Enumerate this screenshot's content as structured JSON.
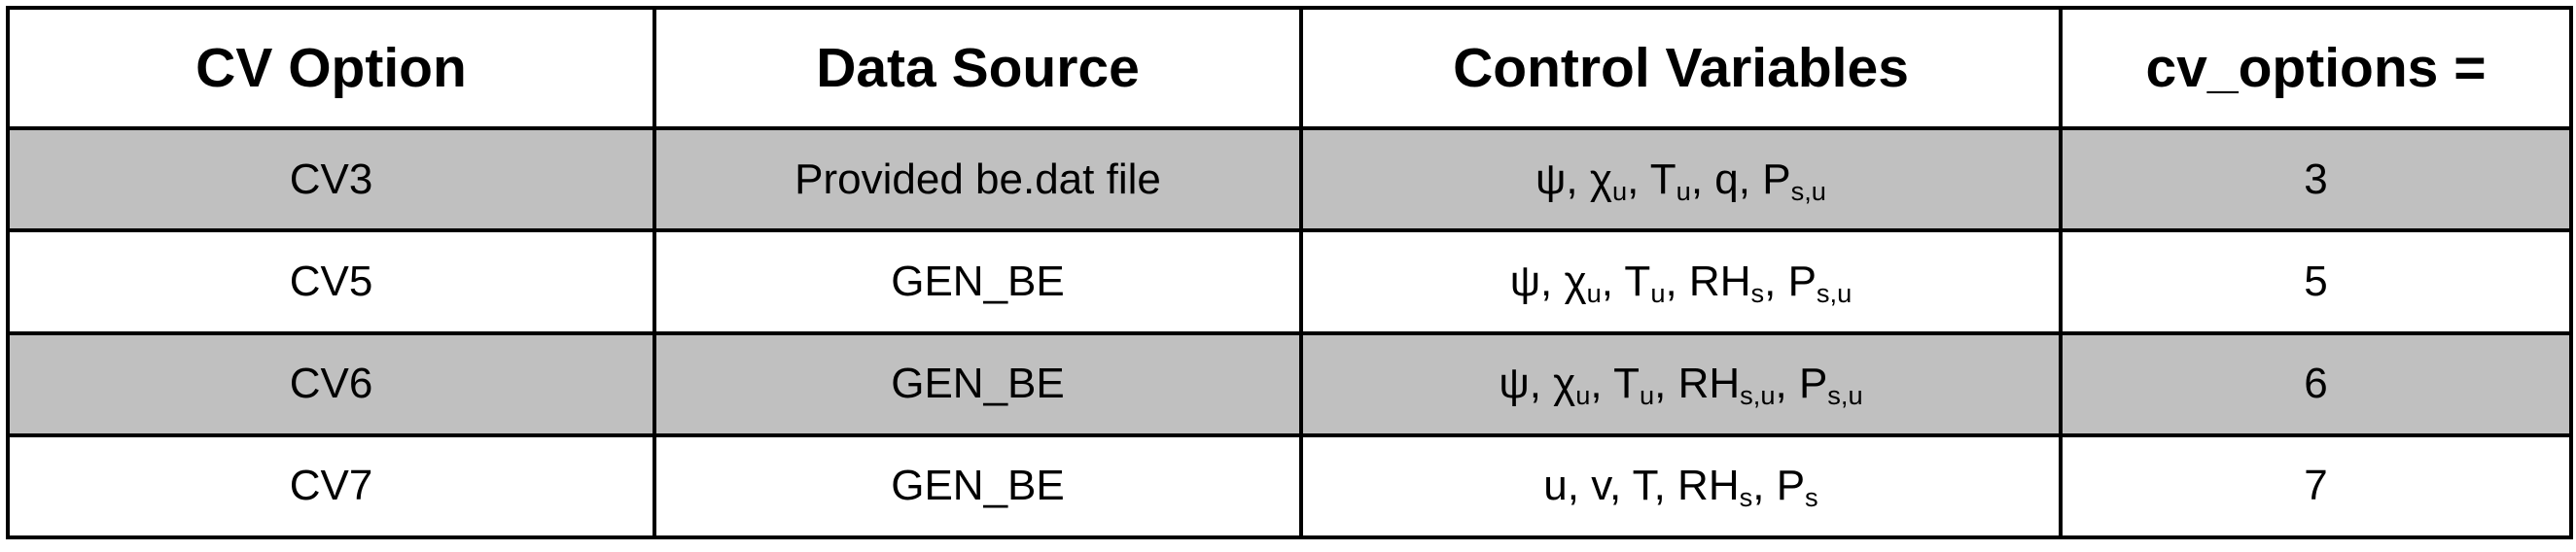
{
  "table": {
    "headers": [
      "CV Option",
      "Data Source",
      "Control Variables",
      "cv_options ="
    ],
    "rows": [
      {
        "cv_option": "CV3",
        "data_source": "Provided be.dat file",
        "control_variables": [
          {
            "t": "ψ, χ"
          },
          {
            "sub": "u"
          },
          {
            "t": ", T"
          },
          {
            "sub": "u"
          },
          {
            "t": ", q, P"
          },
          {
            "sub": "s,u"
          }
        ],
        "cv_options": "3",
        "shaded": true
      },
      {
        "cv_option": "CV5",
        "data_source": "GEN_BE",
        "control_variables": [
          {
            "t": "ψ, χ"
          },
          {
            "sub": "u"
          },
          {
            "t": ", T"
          },
          {
            "sub": "u"
          },
          {
            "t": ", RH"
          },
          {
            "sub": "s"
          },
          {
            "t": ", P"
          },
          {
            "sub": "s,u"
          }
        ],
        "cv_options": "5",
        "shaded": false
      },
      {
        "cv_option": "CV6",
        "data_source": "GEN_BE",
        "control_variables": [
          {
            "t": "ψ, χ"
          },
          {
            "sub": "u"
          },
          {
            "t": ", T"
          },
          {
            "sub": "u"
          },
          {
            "t": ", RH"
          },
          {
            "sub": "s,u"
          },
          {
            "t": ", P"
          },
          {
            "sub": "s,u"
          }
        ],
        "cv_options": "6",
        "shaded": true
      },
      {
        "cv_option": "CV7",
        "data_source": "GEN_BE",
        "control_variables": [
          {
            "t": "u, v, T, RH"
          },
          {
            "sub": "s"
          },
          {
            "t": ", P"
          },
          {
            "sub": "s"
          }
        ],
        "cv_options": "7",
        "shaded": false
      }
    ]
  }
}
